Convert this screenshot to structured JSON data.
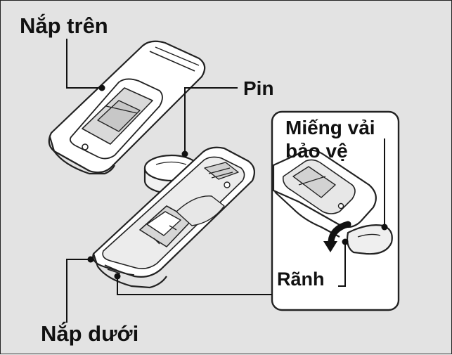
{
  "labels": {
    "top_cover": "Nắp trên",
    "battery": "Pin",
    "protective_cloth_line1": "Miếng vải",
    "protective_cloth_line2": "bảo vệ",
    "groove": "Rãnh",
    "bottom_cover": "Nắp dưới"
  },
  "colors": {
    "background": "#e3e3e3",
    "outline": "#222222",
    "part_fill": "#ffffff",
    "shade": "#cfcfcf"
  }
}
